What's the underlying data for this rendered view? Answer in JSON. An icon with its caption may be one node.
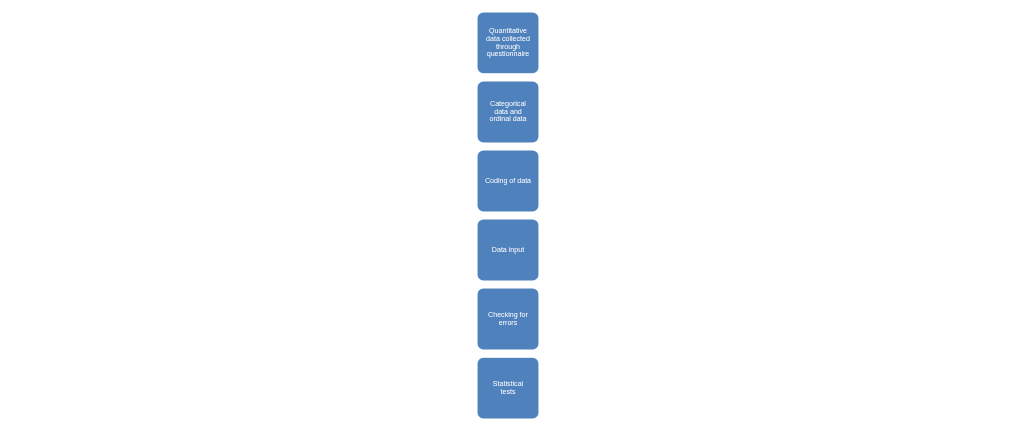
{
  "diagram": {
    "nodes": [
      {
        "text": [
          "Quantitative data collected through questionnaire"
        ]
      },
      {
        "text": [
          "Categorical data and ordinal data"
        ]
      },
      {
        "text": [
          "Coding of data"
        ]
      },
      {
        "text": [
          "Data input"
        ]
      },
      {
        "text": [
          "Checking for errors"
        ]
      },
      {
        "text": [
          "Statistical tests"
        ]
      }
    ]
  }
}
